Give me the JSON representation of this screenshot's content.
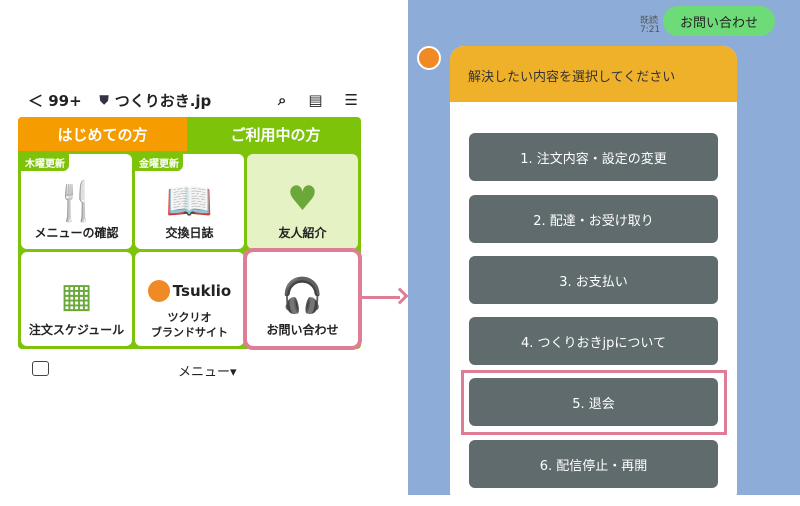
{
  "header": {
    "back": "＜ 99+",
    "account": "つくりおき.jp"
  },
  "tabs": [
    "はじめての方",
    "ご利用中の方"
  ],
  "cells": [
    {
      "label": "メニューの確認",
      "badge": "木曜更新"
    },
    {
      "label": "交換日誌",
      "badge": "金曜更新"
    },
    {
      "label": "友人紹介"
    },
    {
      "label": "注文スケジュール"
    },
    {
      "label": "ツクリオ\nブランドサイト",
      "logo": "Tsuklio",
      "logo_sub": "ツクリオ"
    },
    {
      "label": "お問い合わせ"
    }
  ],
  "footer": {
    "menu": "メニュー▾"
  },
  "chat": {
    "read": "既読",
    "time": "7:21",
    "sent": "お問い合わせ",
    "card_title": "解決したい内容を選択してください",
    "options": [
      "1. 注文内容・設定の変更",
      "2. 配達・お受け取り",
      "3. お支払い",
      "4. つくりおきjpについて",
      "5. 退会",
      "6. 配信停止・再開"
    ]
  },
  "colors": {
    "green": "#7cc30a",
    "orange": "#f59c00",
    "highlight": "#e07d96",
    "blue": "#8eacd8"
  }
}
